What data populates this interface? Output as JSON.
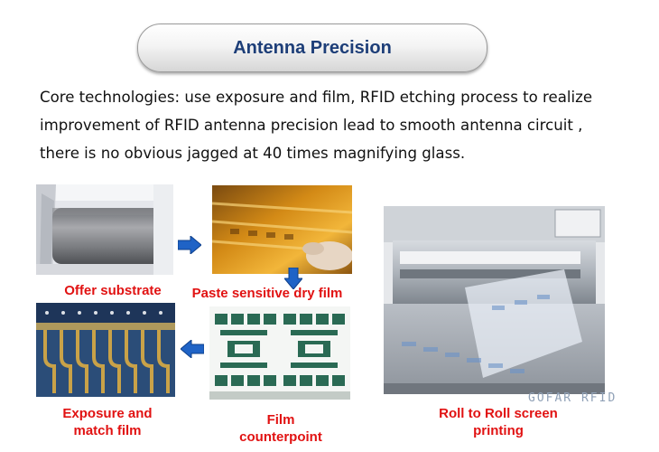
{
  "title": "Antenna Precision",
  "paragraph": {
    "line1": "Core technologies: use exposure and film, RFID etching process to realize",
    "line2": "improvement of RFID antenna precision lead to smooth antenna circuit ,",
    "line3": "there is no obvious jagged at 40 times magnifying glass."
  },
  "steps": {
    "offer_substrate": "Offer substrate",
    "paste_film": "Paste sensitive dry film",
    "exposure_line1": "Exposure and",
    "exposure_line2": "match film",
    "film_line1": "Film",
    "film_line2": "counterpoint",
    "roll_line1": "Roll to Roll screen",
    "roll_line2": "printing"
  },
  "watermark": "GOFAR RFID",
  "colors": {
    "title_text": "#1d3e78",
    "caption_red": "#e11212",
    "arrow_blue": "#1f63c6"
  }
}
